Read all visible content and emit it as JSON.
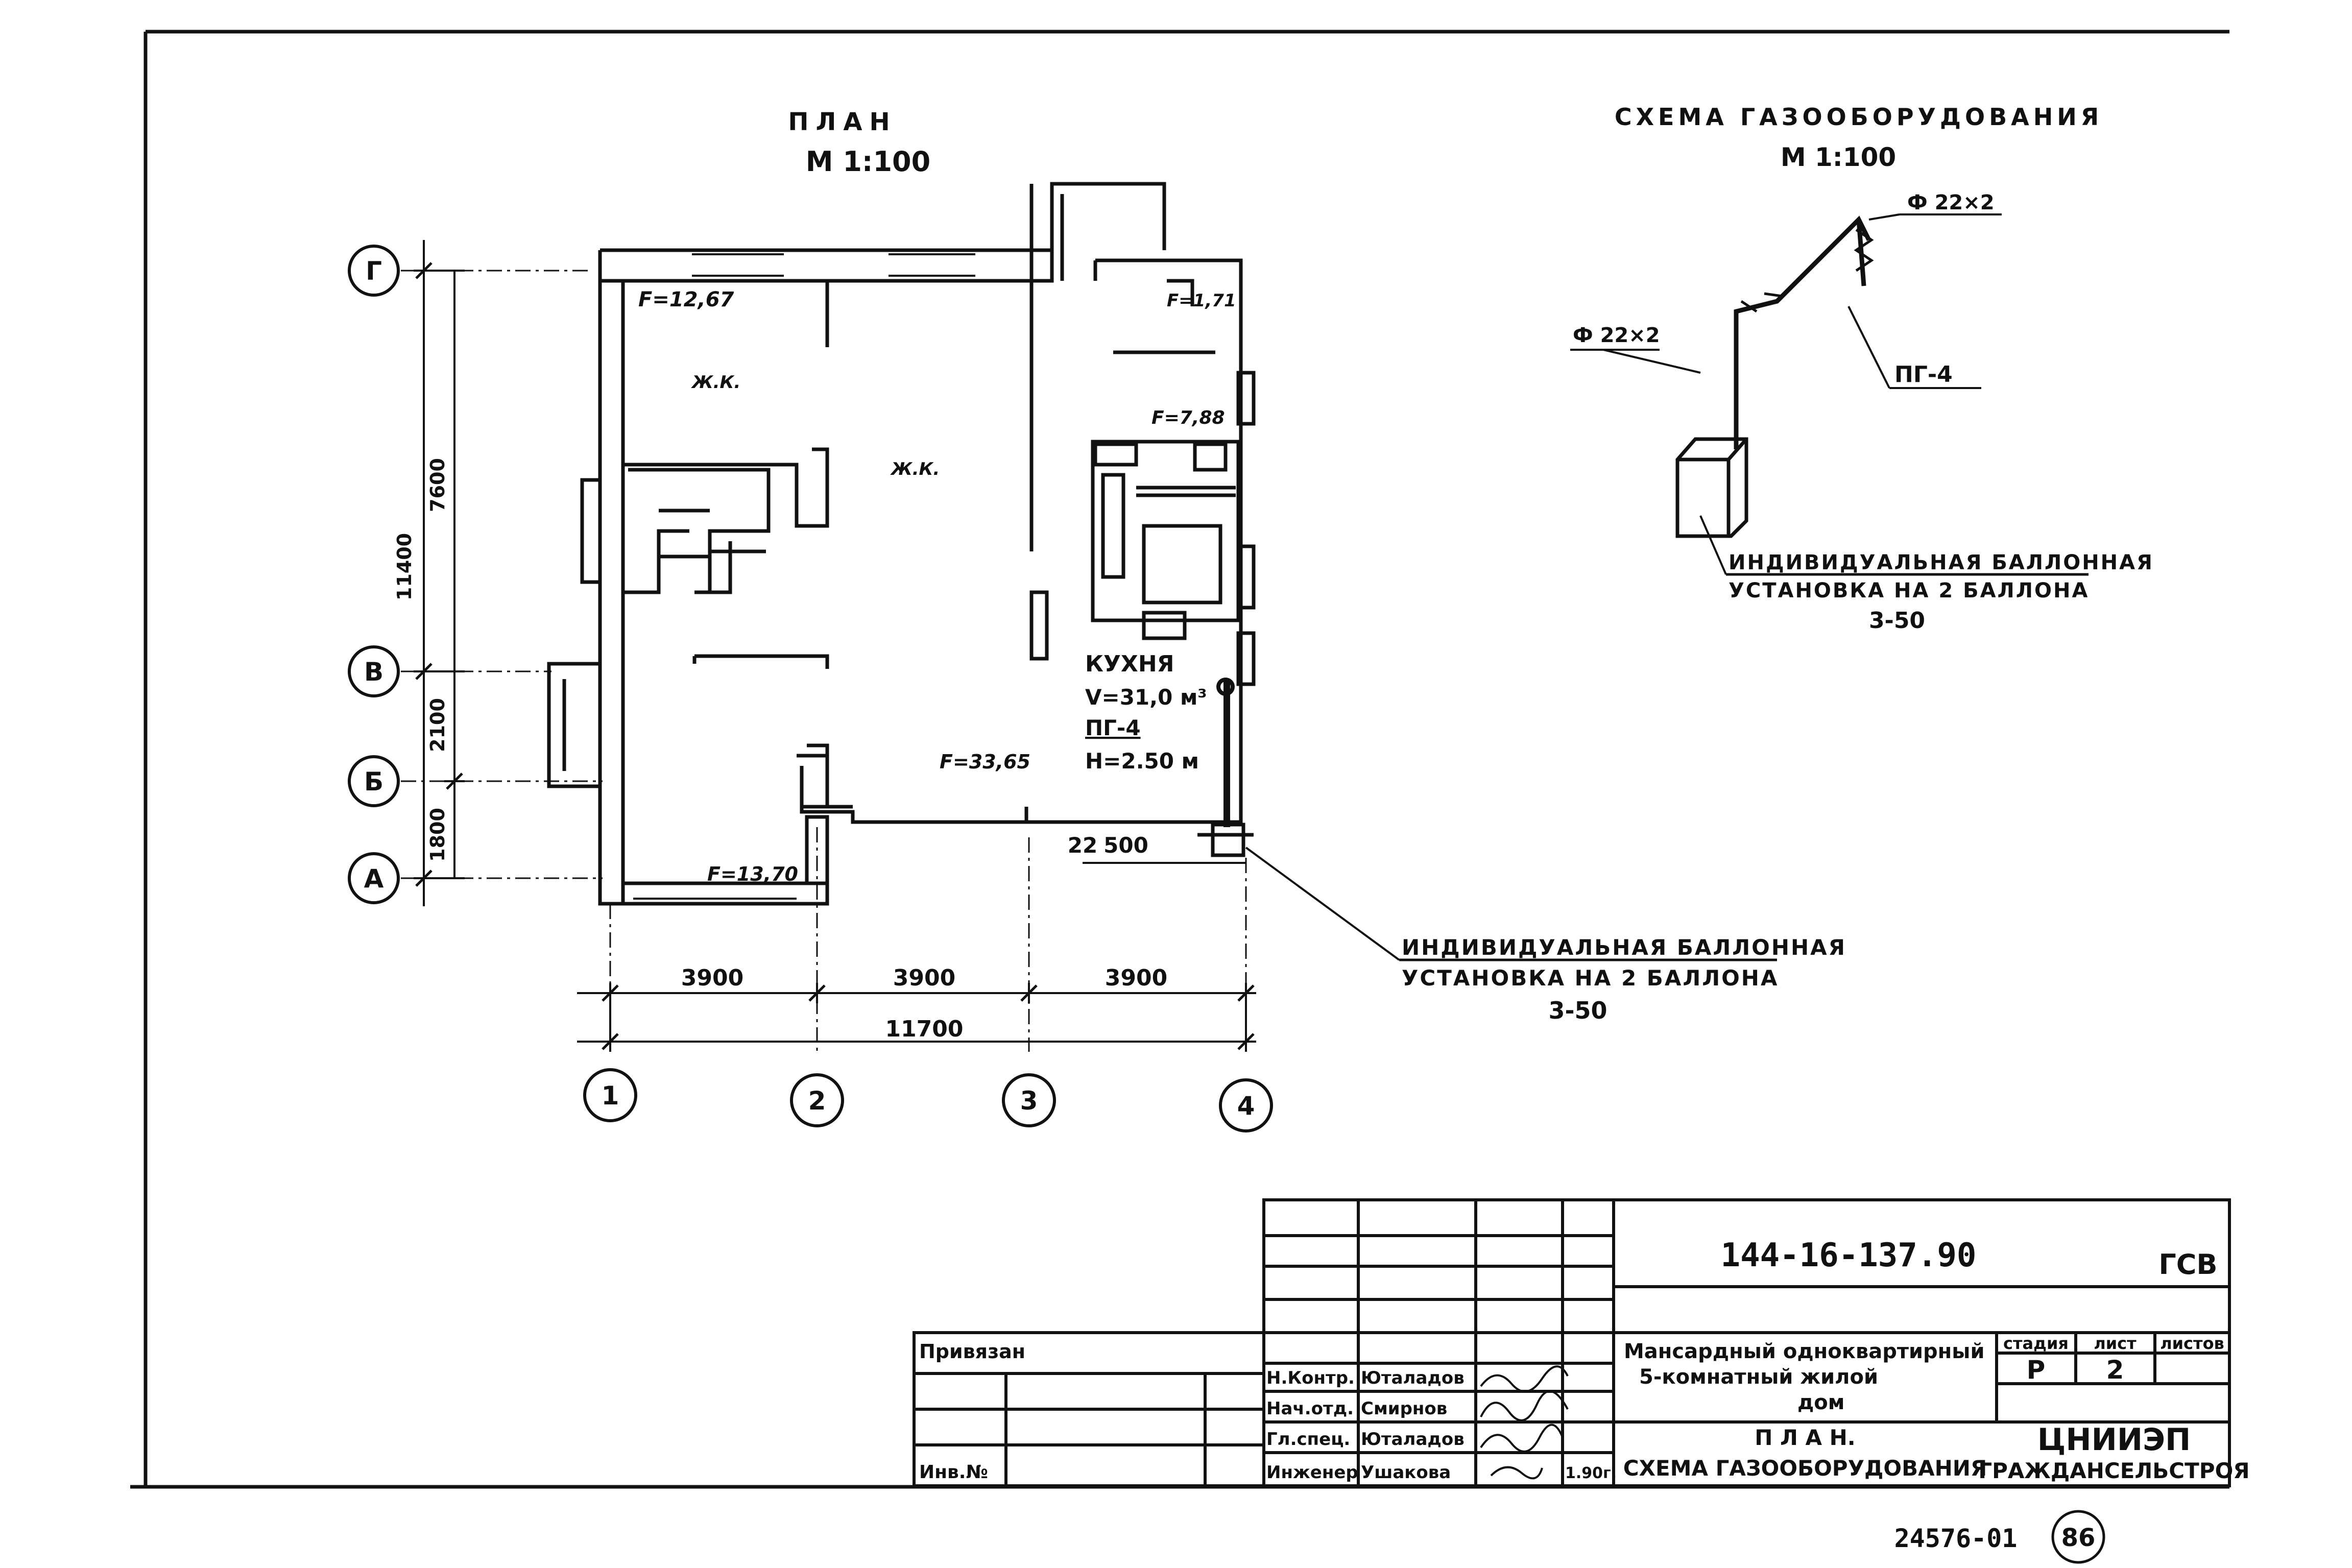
{
  "plan": {
    "title": "ПЛАН",
    "scale": "М 1:100",
    "axes_letters": [
      "Г",
      "В",
      "Б",
      "А"
    ],
    "axes_numbers": [
      "1",
      "2",
      "3",
      "4"
    ],
    "dims_vertical": [
      "11400",
      "7600",
      "2100",
      "1800"
    ],
    "dims_horizontal": [
      "3900",
      "3900",
      "3900",
      "11700"
    ],
    "dim_offset": [
      "22",
      "500"
    ],
    "areas": [
      "F=12,67",
      "F=1,71",
      "F=7,88",
      "F=33,65",
      "F=13,70"
    ],
    "room_labels": [
      "Ж.К.",
      "Ж.К."
    ],
    "kitchen": [
      "КУХНЯ",
      "V=31,0 м³",
      "ПГ-4",
      "Н=2.50 м"
    ],
    "callout": [
      "ИНДИВИДУАЛЬНАЯ БАЛЛОННАЯ",
      "УСТАНОВКА НА 2 БАЛЛОНА",
      "3-50"
    ]
  },
  "scheme": {
    "title": "СХЕМА ГАЗООБОРУДОВАНИЯ",
    "scale": "М 1:100",
    "pipe1": "Ф 22×2",
    "pipe2": "Ф 22×2",
    "device": "ПГ-4",
    "callout": [
      "ИНДИВИДУАЛЬНАЯ БАЛЛОННАЯ",
      "УСТАНОВКА НА 2 БАЛЛОНА",
      "3-50"
    ]
  },
  "title_block": {
    "code": "144-16-137.90",
    "mark": "ГСВ",
    "project": [
      "Мансардный одноквартирный",
      "5-комнатный жилой",
      "дом"
    ],
    "stage_header": [
      "стадия",
      "лист",
      "листов"
    ],
    "stage_values": [
      "Р",
      "2",
      ""
    ],
    "sheet_title": [
      "П Л А Н.",
      "СХЕМА ГАЗООБОРУДОВАНИЯ"
    ],
    "org": [
      "ЦНИИЭП",
      "ГРАЖДАНСЕЛЬСТРОЯ"
    ],
    "signers": [
      {
        "role": "Н.Контр.",
        "name": "Юталадов"
      },
      {
        "role": "Нач.отд.",
        "name": "Смирнов"
      },
      {
        "role": "Гл.спец.",
        "name": "Юталадов"
      },
      {
        "role": "Инженер",
        "name": "Ушакова"
      }
    ],
    "date": "1.90г.",
    "bound": "Привязан",
    "inv": "Инв.№"
  },
  "footer": {
    "doc_number": "24576-01",
    "page": "86"
  }
}
